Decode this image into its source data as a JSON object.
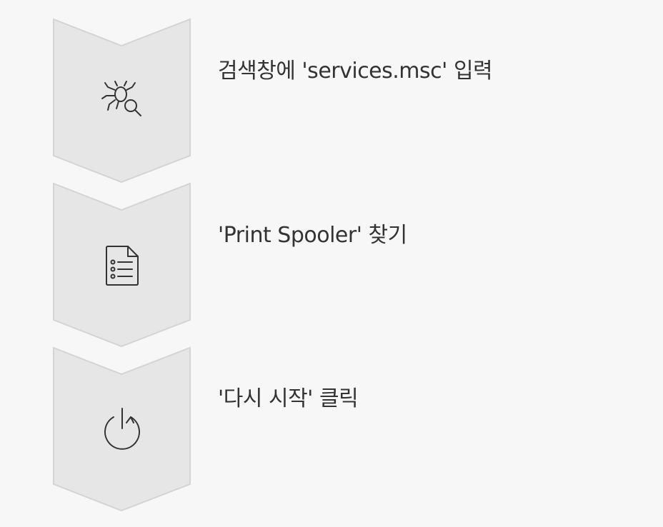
{
  "colors": {
    "background": "#f7f7f7",
    "chevron_fill": "#e6e6e6",
    "chevron_stroke": "#d4d4d4",
    "icon_stroke": "#333333",
    "text": "#333333"
  },
  "steps": [
    {
      "label": "검색창에 'services.msc' 입력",
      "icon": "bug-search-icon"
    },
    {
      "label": "'Print Spooler' 찾기",
      "icon": "document-list-icon"
    },
    {
      "label": "'다시 시작' 클릭",
      "icon": "restart-power-icon"
    }
  ]
}
